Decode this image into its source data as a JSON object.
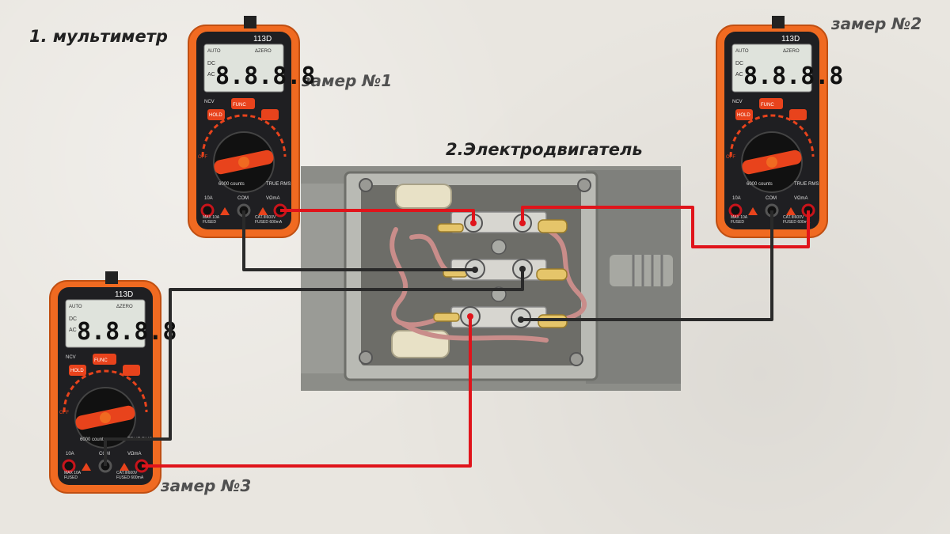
{
  "labels": {
    "multimeter": "1. мультиметр",
    "motor": "2.Электродвигатель",
    "measure1": "замер №1",
    "measure2": "замер №2",
    "measure3": "замер №3"
  },
  "meter": {
    "model": "113D",
    "display": "8.8.8.8",
    "dc": "DC",
    "ac": "AC",
    "auto": "AUTO",
    "zero": "ΔZERO",
    "ncv": "NCV",
    "func": "FUNC",
    "hold": "HOLD",
    "counts": "6000 counts",
    "true_rms": "TRUE RMS",
    "off": "OFF",
    "port_10a": "10A",
    "port_com": "COM",
    "port_v": "VΩmA",
    "max": "MAX 10A",
    "fused": "FUSED",
    "fused2": "FUSED 600mA",
    "cat": "CAT.III600V"
  },
  "colors": {
    "orange": "#f06a21",
    "wire_red": "#e0141b",
    "wire_black": "#2a2a2a"
  }
}
